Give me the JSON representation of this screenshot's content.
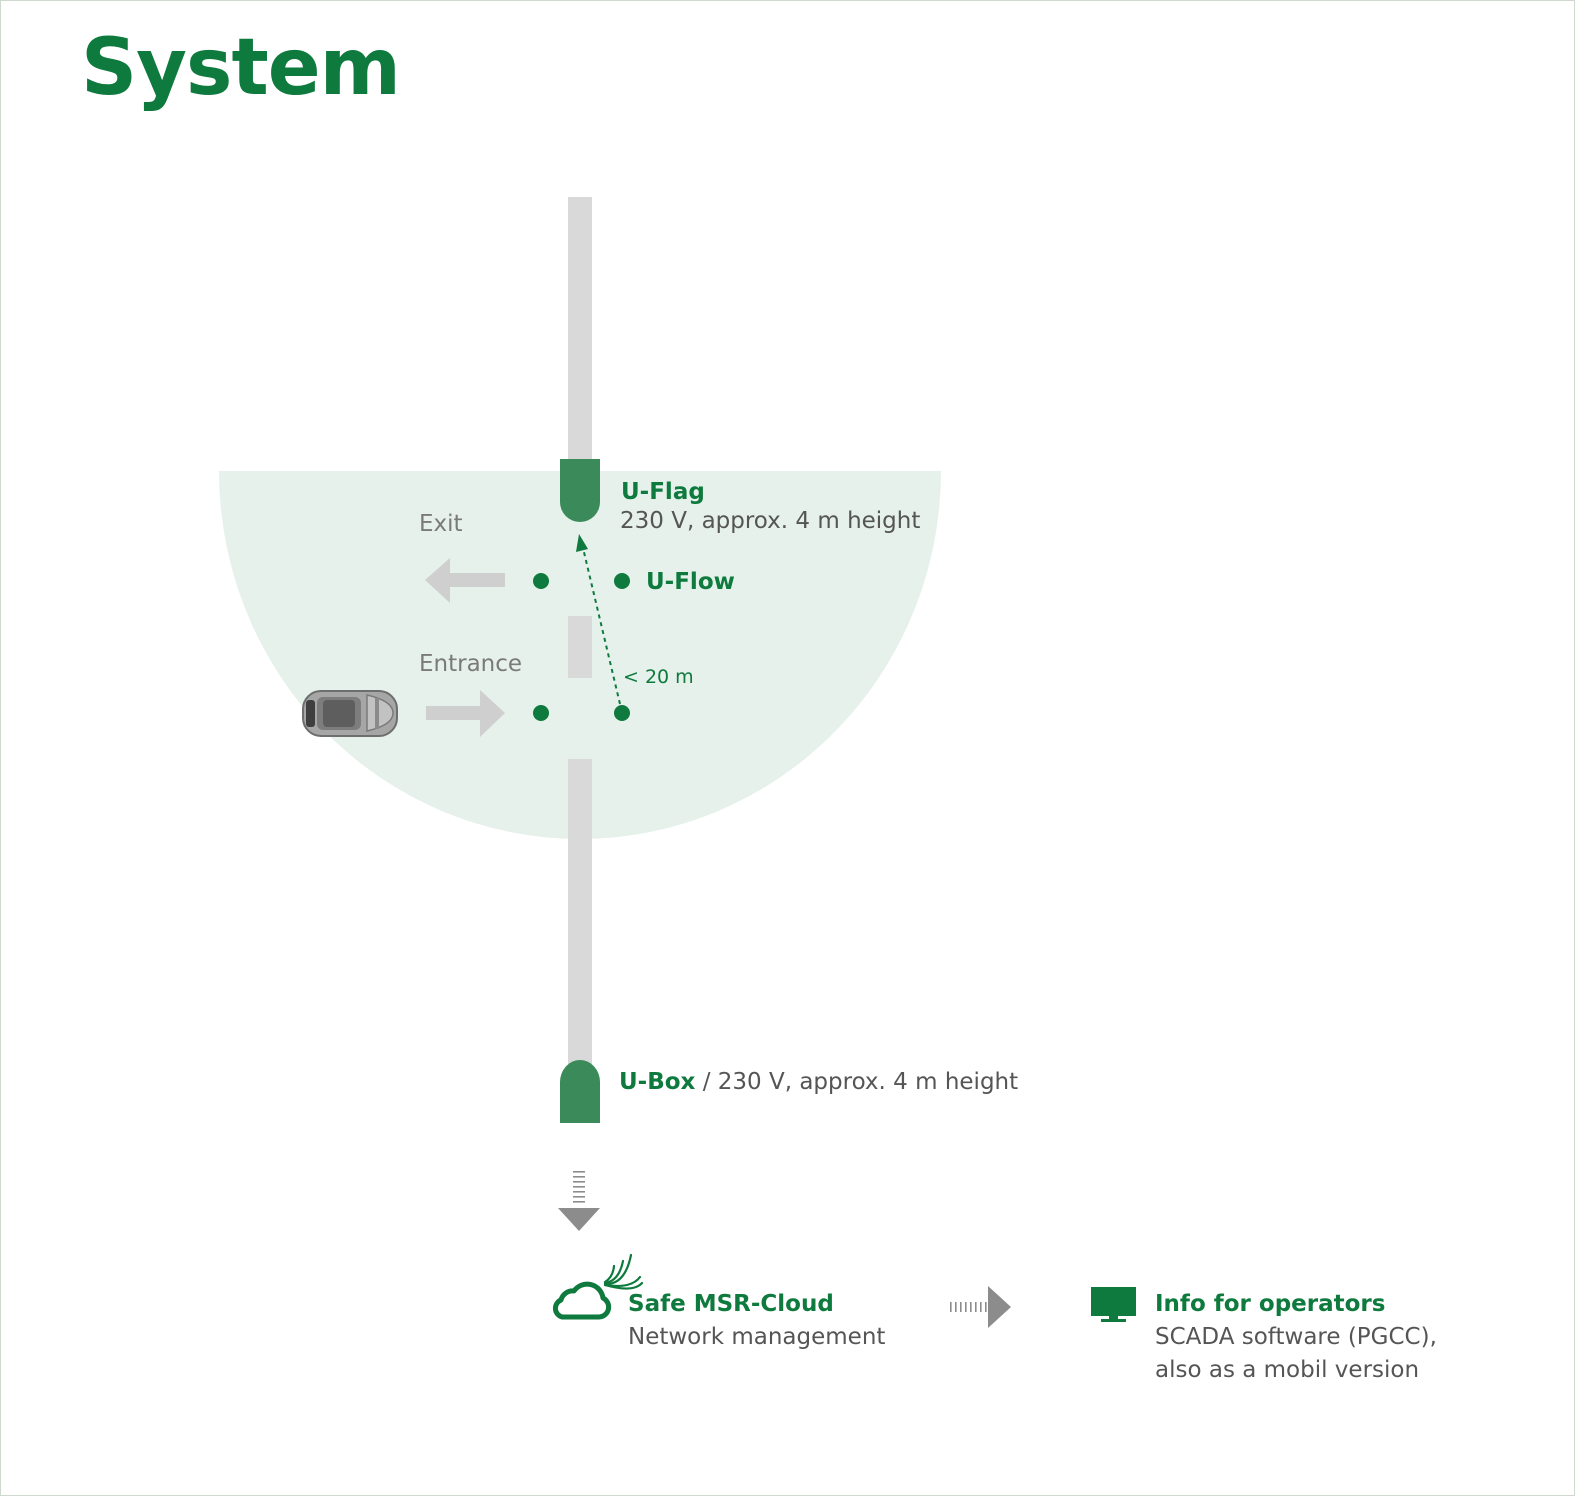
{
  "title": "System",
  "zone": {
    "exit_label": "Exit",
    "entrance_label": "Entrance",
    "distance_label": "< 20 m"
  },
  "uflag": {
    "name": "U-Flag",
    "desc": "230 V, approx. 4 m height"
  },
  "uflow": {
    "name": "U-Flow"
  },
  "ubox": {
    "name": "U-Box",
    "desc": " / 230 V, approx. 4 m height"
  },
  "cloud": {
    "name": "Safe MSR-Cloud",
    "desc": "Network management"
  },
  "operators": {
    "name": "Info for operators",
    "desc_line1": "SCADA software (PGCC),",
    "desc_line2": "also as a mobil version"
  },
  "icons": [
    "car-icon",
    "cloud-icon",
    "signal-icon",
    "monitor-icon"
  ],
  "colors": {
    "brand_green": "#0e7a3d",
    "device_green": "#3a8a5a",
    "zone_fill": "#e5f1ea",
    "road_gray": "#d9d9d9",
    "arrow_gray": "#8c8c8c"
  }
}
